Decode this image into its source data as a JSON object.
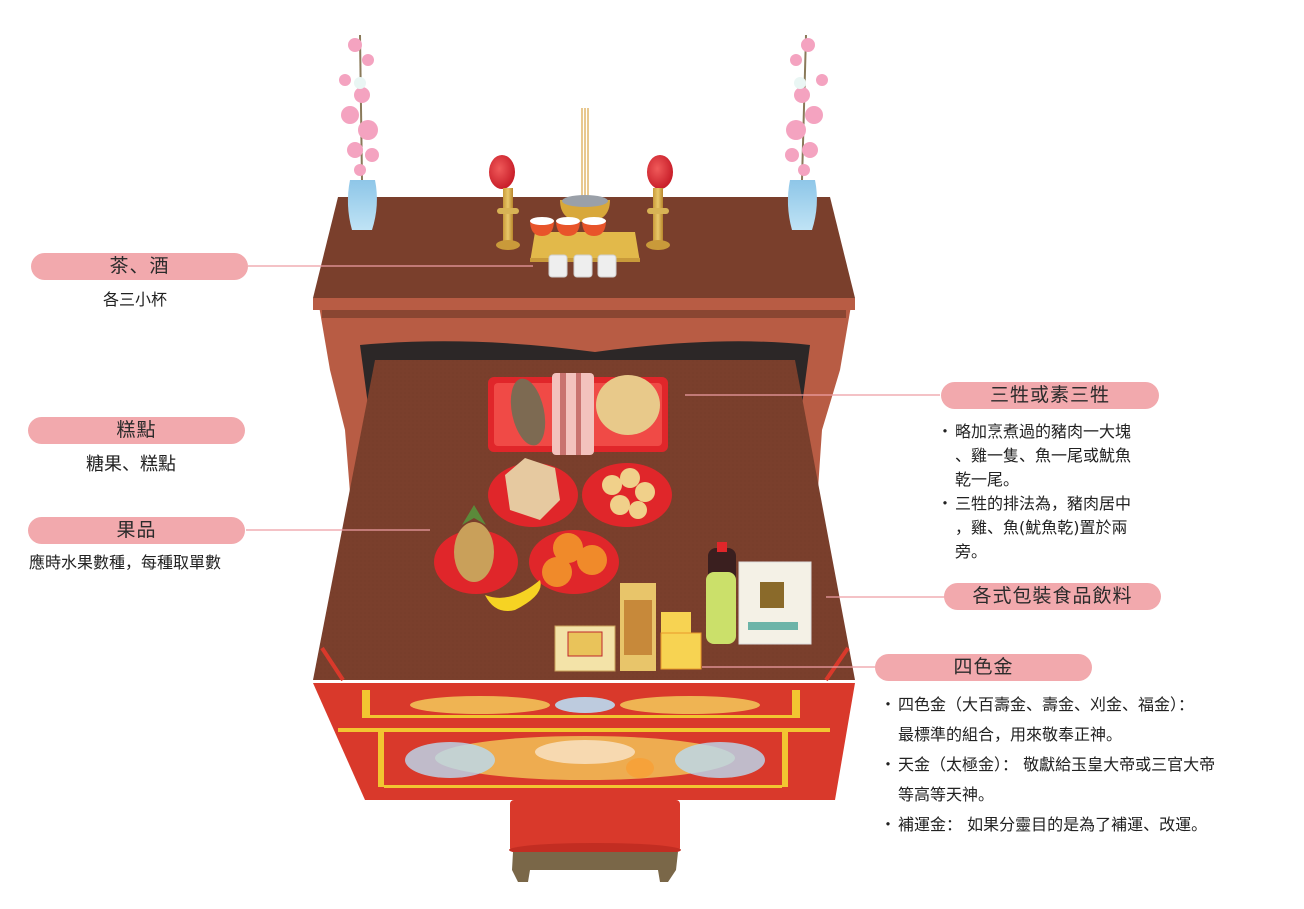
{
  "diagram": {
    "subject": "altar offering arrangement",
    "colors": {
      "label_pill": "#f2a9ad",
      "leader_line": "#ee9ea4",
      "altar_top": "#7a3f2c",
      "altar_body": "#b85c44",
      "altar_cloth": "#d9392b",
      "gold_trim": "#f2c531"
    }
  },
  "labels": {
    "tea_wine": {
      "title": "茶、酒",
      "description": "各三小杯"
    },
    "pastries": {
      "title": "糕點",
      "description": "糖果、糕點"
    },
    "fruits": {
      "title": "果品",
      "description": "應時水果數種，每種取單數"
    },
    "three_sacrifices": {
      "title": "三牲或素三牲",
      "bullets": [
        "略加烹煮過的豬肉一大塊、雞一隻、魚一尾或魷魚乾一尾。",
        "三牲的排法為，豬肉居中，雞、魚(魷魚乾)置於兩旁。"
      ],
      "lines": [
        [
          "略加烹煮過的豬肉一大塊",
          "、雞一隻、魚一尾或魷魚",
          "乾一尾。"
        ],
        [
          "三牲的排法為，豬肉居中",
          "，雞、魚(魷魚乾)置於兩",
          "旁。"
        ]
      ]
    },
    "packaged_food": {
      "title": "各式包裝食品飲料"
    },
    "four_color_gold": {
      "title": "四色金",
      "bullets": [
        {
          "line1": "四色金（大百壽金、壽金、刈金、福金）：",
          "line2": "最標準的組合，用來敬奉正神。"
        },
        {
          "line1": "天金（太極金）： 敬獻給玉皇大帝或三官大帝",
          "line2": "等高等天神。"
        },
        {
          "line1": "補運金： 如果分靈目的是為了補運、改運。",
          "line2": ""
        }
      ]
    }
  }
}
